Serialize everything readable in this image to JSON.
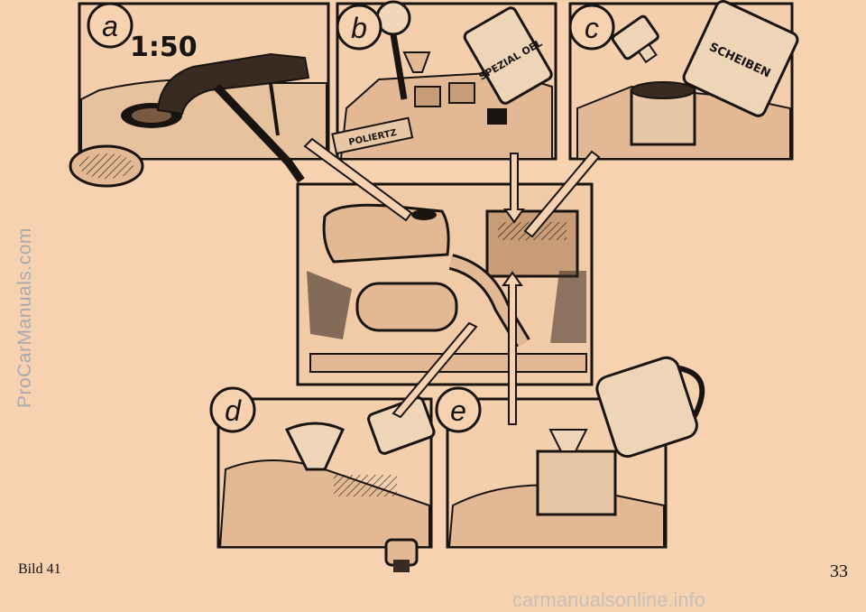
{
  "panels": {
    "a": {
      "letter": "a",
      "ratio": "1:50"
    },
    "b": {
      "letter": "b",
      "tube_label": "POLIERTZ",
      "can_label": "SPEZIAL OEL"
    },
    "c": {
      "letter": "c",
      "can_label": "SCHEIBEN"
    },
    "d": {
      "letter": "d"
    },
    "e": {
      "letter": "e"
    }
  },
  "caption": "Bild 41",
  "page_number": "33",
  "watermarks": {
    "side": "ProCarManuals.com",
    "bottom": "carmanualsonline.info"
  },
  "colors": {
    "paper": "#f7d2b0",
    "ink": "#1a1410"
  }
}
